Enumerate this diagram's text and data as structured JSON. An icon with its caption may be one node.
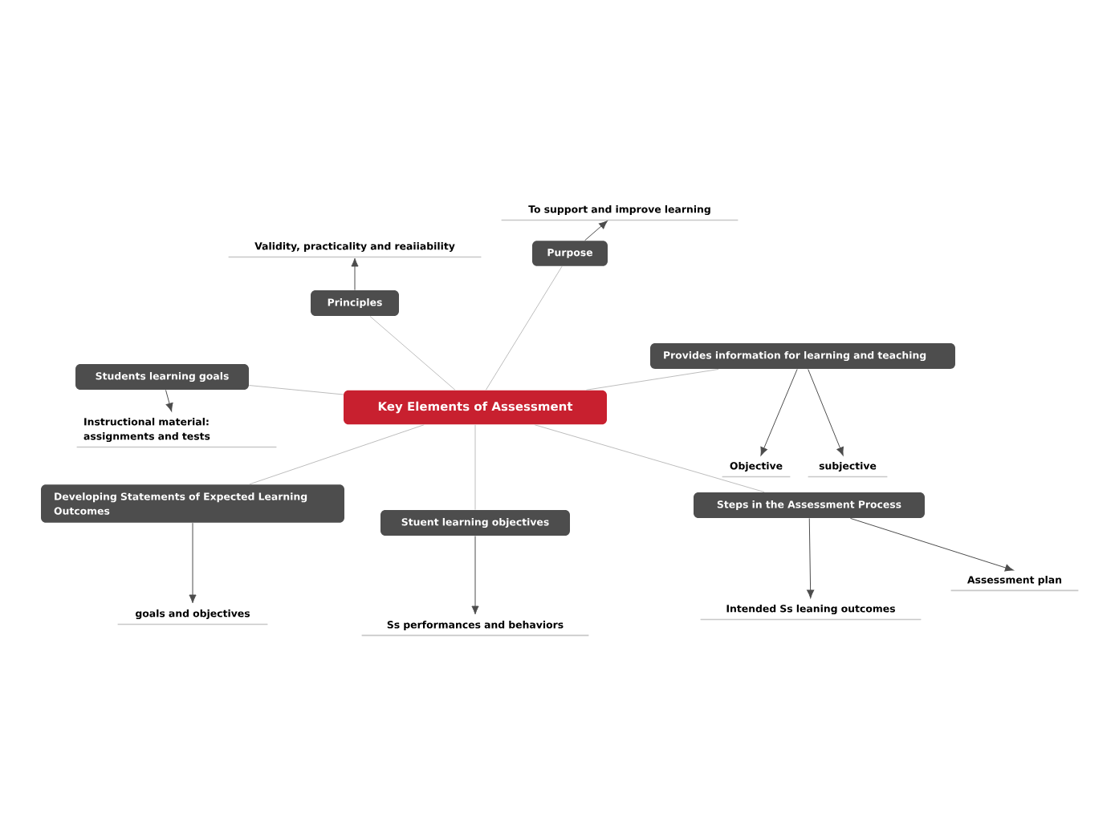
{
  "diagram": {
    "nodes": [
      {
        "text": [
          "Key Elements of Assessment"
        ]
      },
      {
        "text": [
          "Principles"
        ]
      },
      {
        "text": [
          "Validity, practicality and reaiiability"
        ]
      },
      {
        "text": [
          "Purpose"
        ]
      },
      {
        "text": [
          "To support and improve learning"
        ]
      },
      {
        "text": [
          "Provides information for learning and teaching"
        ]
      },
      {
        "text": [
          "Objective"
        ]
      },
      {
        "text": [
          "subjective"
        ]
      },
      {
        "text": [
          "Steps in the Assessment Process"
        ]
      },
      {
        "text": [
          "Intended Ss leaning outcomes"
        ]
      },
      {
        "text": [
          "Assessment plan"
        ]
      },
      {
        "text": [
          "Stuent learning objectives"
        ]
      },
      {
        "text": [
          "Ss performances and behaviors"
        ]
      },
      {
        "text": [
          "Developing Statements of Expected Learning Outcomes"
        ]
      },
      {
        "text": [
          "goals and objectives"
        ]
      },
      {
        "text": [
          "Students learning goals"
        ]
      },
      {
        "text": [
          "Instructional material: assignments and tests"
        ]
      }
    ],
    "edges": [
      {
        "from": 0,
        "to": 1,
        "arrow": "none",
        "color": "#bdbdbd"
      },
      {
        "from": 1,
        "to": 2,
        "arrow": "to"
      },
      {
        "from": 0,
        "to": 3,
        "arrow": "none",
        "color": "#bdbdbd"
      },
      {
        "from": 3,
        "to": 4,
        "arrow": "to"
      },
      {
        "from": 0,
        "to": 5,
        "arrow": "none",
        "color": "#bdbdbd"
      },
      {
        "from": 5,
        "to": 6,
        "arrow": "to"
      },
      {
        "from": 5,
        "to": 7,
        "arrow": "to"
      },
      {
        "from": 0,
        "to": 8,
        "arrow": "none",
        "color": "#bdbdbd"
      },
      {
        "from": 8,
        "to": 9,
        "arrow": "to"
      },
      {
        "from": 8,
        "to": 10,
        "arrow": "to"
      },
      {
        "from": 0,
        "to": 11,
        "arrow": "none",
        "color": "#bdbdbd"
      },
      {
        "from": 11,
        "to": 12,
        "arrow": "to"
      },
      {
        "from": 0,
        "to": 13,
        "arrow": "none",
        "color": "#bdbdbd"
      },
      {
        "from": 13,
        "to": 14,
        "arrow": "to"
      },
      {
        "from": 0,
        "to": 15,
        "arrow": "none",
        "color": "#bdbdbd"
      },
      {
        "from": 15,
        "to": 16,
        "arrow": "to"
      }
    ]
  }
}
